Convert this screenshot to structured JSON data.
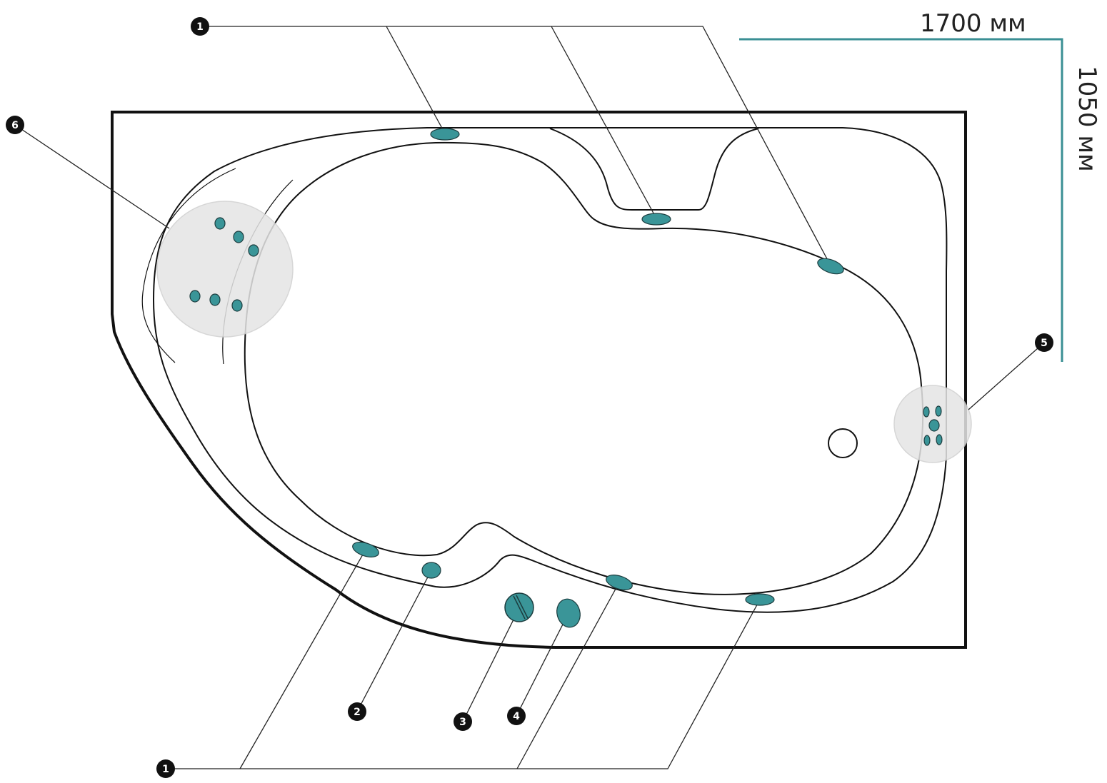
{
  "dimensions": {
    "length": "1700 мм",
    "width": "1050 мм"
  },
  "markers": {
    "m1_top": "1",
    "m1_bottom": "1",
    "m2": "2",
    "m3": "3",
    "m4": "4",
    "m5": "5",
    "m6": "6"
  },
  "colors": {
    "accent": "#3a8f94",
    "jet_fill": "#3a9598",
    "marker_fill": "#111111",
    "zone_fill": "#e5e5e5"
  }
}
